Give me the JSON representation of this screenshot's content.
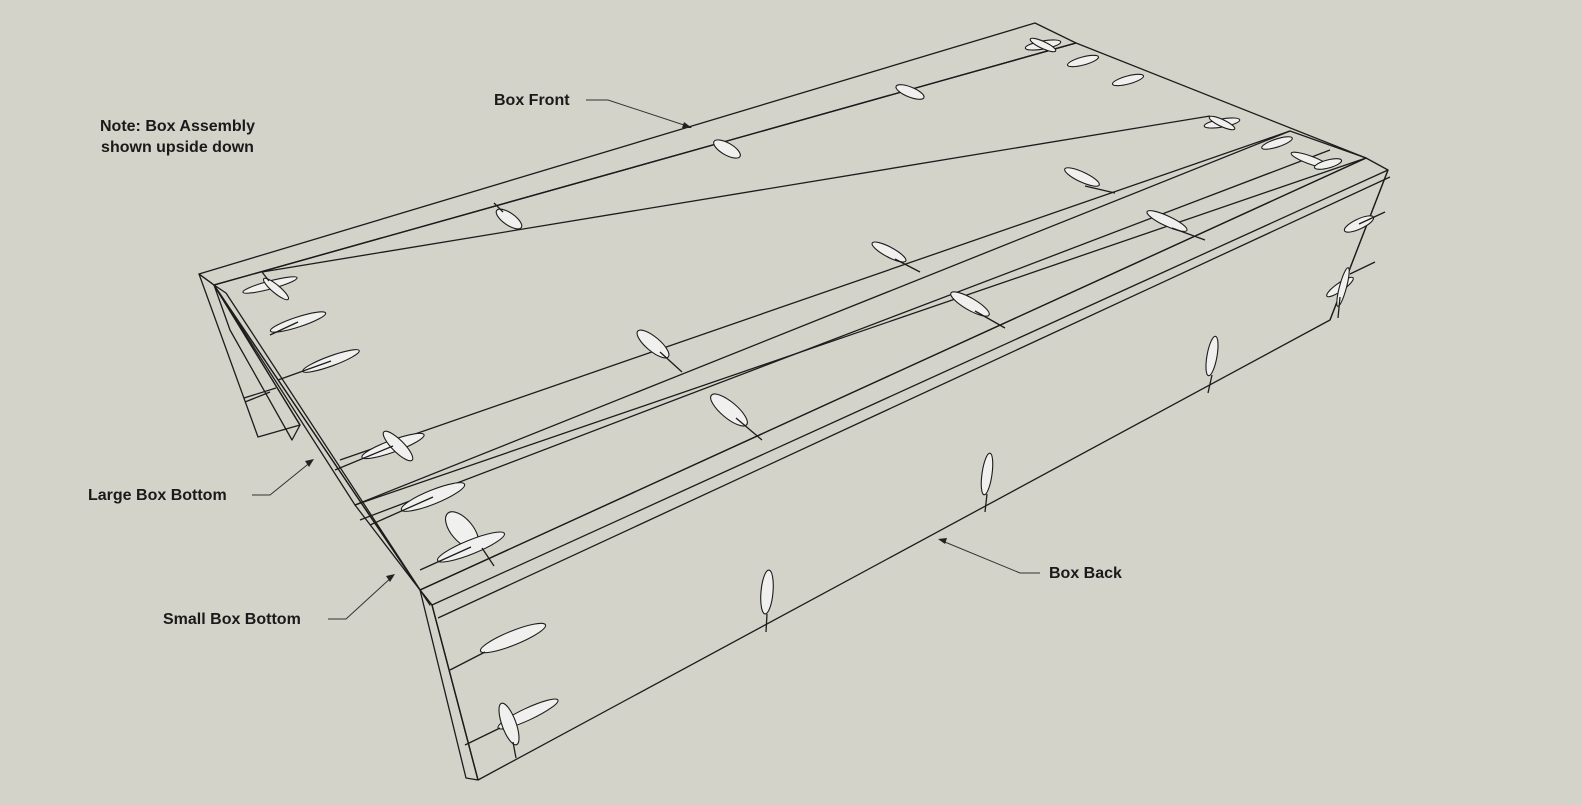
{
  "diagram": {
    "note": {
      "line1": "Note: Box Assembly",
      "line2": "shown upside down"
    },
    "labels": {
      "box_front": "Box Front",
      "large_box_bottom": "Large Box Bottom",
      "small_box_bottom": "Small Box Bottom",
      "box_back": "Box Back"
    },
    "colors": {
      "background": "#d3d3c9",
      "board_top": "#b4a06a",
      "board_side": "#b7a36e",
      "board_dark": "#a18c57",
      "edge": "#1c1c1c"
    }
  }
}
